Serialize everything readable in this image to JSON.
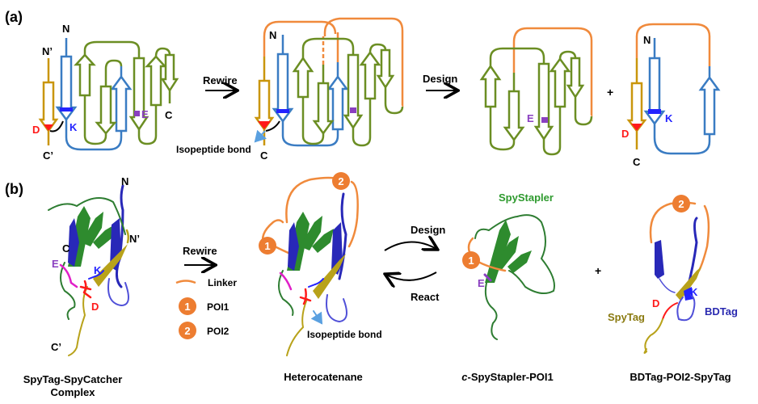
{
  "panel_a": {
    "label": "(a)",
    "topology1": {
      "n_label": "N",
      "n_prime_label": "N’",
      "c_label": "C",
      "c_prime_label": "C’",
      "d_label": "D",
      "k_label": "K",
      "e_label": "E"
    },
    "arrow1_label": "Rewire",
    "topology2": {
      "n_label": "N",
      "c_label": "C",
      "isopeptide_label": "Isopeptide bond"
    },
    "arrow2_label": "Design",
    "topology3": {
      "e_label": "E"
    },
    "plus": "+",
    "topology4": {
      "n_label": "N",
      "c_label": "C",
      "d_label": "D",
      "k_label": "K"
    }
  },
  "panel_b": {
    "label": "(b)",
    "structure1": {
      "title_line1": "SpyTag-SpyCatcher",
      "title_line2": "Complex",
      "n_label": "N",
      "n_prime_label": "N’",
      "c_label": "C",
      "c_prime_label": "C’",
      "e_label": "E",
      "k_label": "K",
      "d_label": "D"
    },
    "rewire_label": "Rewire",
    "legend": {
      "linker": "Linker",
      "poi1_num": "1",
      "poi1": "POI1",
      "poi2_num": "2",
      "poi2": "POI2"
    },
    "structure2": {
      "title": "Heterocatenane",
      "isopeptide_label": "Isopeptide bond",
      "poi1_num": "1",
      "poi2_num": "2"
    },
    "design_label": "Design",
    "react_label": "React",
    "structure3": {
      "title_italic": "c",
      "title_rest": "-SpyStapler-POI1",
      "name": "SpyStapler",
      "e_label": "E",
      "poi1_num": "1"
    },
    "plus": "+",
    "structure4": {
      "title": "BDTag-POI2-SpyTag",
      "spytag_label": "SpyTag",
      "bdtag_label": "BDTag",
      "d_label": "D",
      "k_label": "K",
      "poi2_num": "2"
    }
  },
  "colors": {
    "spycatcher_green": "#6b8e23",
    "spytag_gold": "#c9960c",
    "bdtag_blue": "#3a7cc3",
    "linker_orange": "#f08a3c",
    "residue_d_red": "#ff1a1a",
    "residue_k_blue": "#2323ff",
    "residue_e_purple": "#8a3fc0",
    "cartoon_green": "#2e8b2e",
    "cartoon_blue": "#2828b8",
    "cartoon_yellow": "#b8a21a"
  }
}
